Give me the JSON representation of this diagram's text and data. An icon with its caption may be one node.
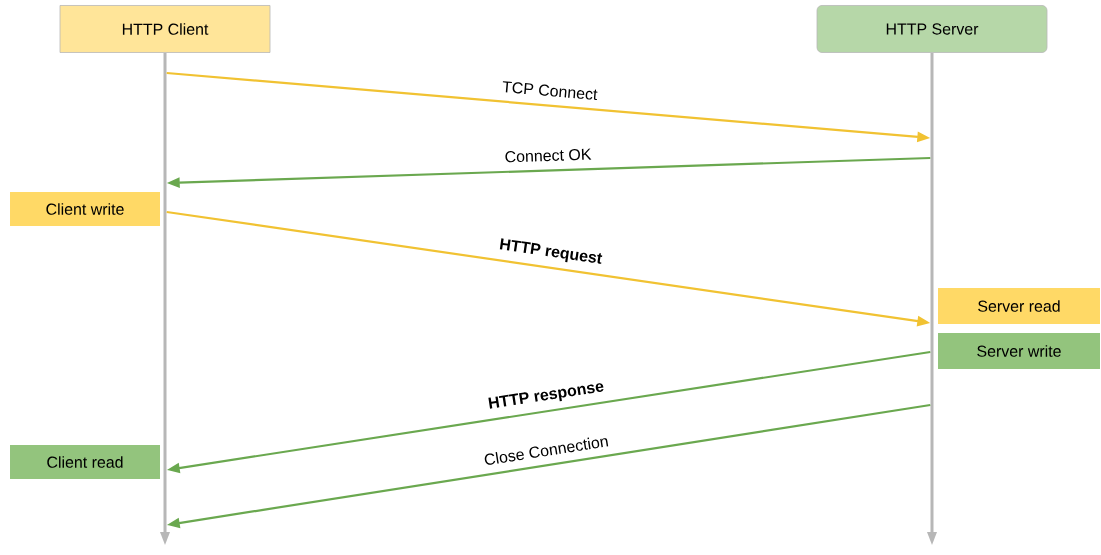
{
  "diagram": {
    "nodes": [
      {
        "text": [
          "HTTP Client"
        ]
      },
      {
        "text": [
          "HTTP Server"
        ]
      },
      {
        "text": [
          "Client write"
        ]
      },
      {
        "text": [
          "Server read"
        ]
      },
      {
        "text": [
          "Server write"
        ]
      },
      {
        "text": [
          "Client read"
        ]
      },
      {
        "text": [],
        "shape": "bar"
      },
      {
        "text": [],
        "shape": "bar"
      }
    ],
    "edges": [
      {
        "from": 6,
        "to": 7,
        "arrow": "to",
        "label": "TCP Connect",
        "color": "#f1c232"
      },
      {
        "from": 7,
        "to": 6,
        "arrow": "to",
        "label": "Connect OK",
        "color": "#6aa84f"
      },
      {
        "from": 6,
        "to": 7,
        "arrow": "to",
        "label": "HTTP request",
        "color": "#f1c232"
      },
      {
        "from": 7,
        "to": 6,
        "arrow": "to",
        "label": "HTTP response",
        "color": "#6aa84f"
      },
      {
        "from": 7,
        "to": 6,
        "arrow": "to",
        "label": "Close Connection",
        "color": "#6aa84f"
      }
    ]
  }
}
